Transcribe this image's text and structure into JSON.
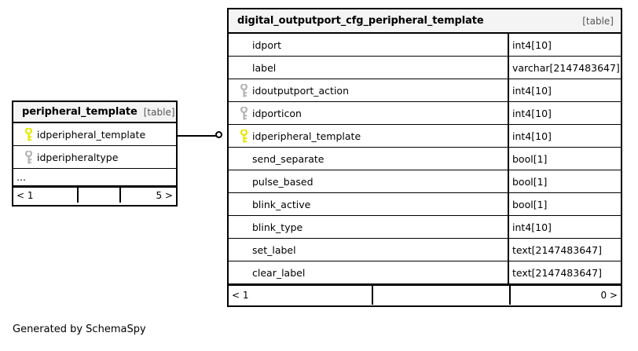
{
  "diagram": {
    "caption": "Generated by SchemaSpy",
    "table_tag": "[table]",
    "ellipsis": "..."
  },
  "parent_table": {
    "name": "peripheral_template",
    "tag": "[table]",
    "columns": [
      {
        "key": "primary",
        "name": "idperipheral_template"
      },
      {
        "key": "foreign",
        "name": "idperipheraltype"
      }
    ],
    "ellipsis": "...",
    "footer": {
      "left": "< 1",
      "middle": "",
      "right": "5 >"
    }
  },
  "child_table": {
    "name": "digital_outputport_cfg_peripheral_template",
    "tag": "[table]",
    "columns": [
      {
        "key": "none",
        "name": "idport",
        "type": "int4[10]"
      },
      {
        "key": "none",
        "name": "label",
        "type": "varchar[2147483647]"
      },
      {
        "key": "foreign",
        "name": "idoutputport_action",
        "type": "int4[10]"
      },
      {
        "key": "foreign",
        "name": "idporticon",
        "type": "int4[10]"
      },
      {
        "key": "primary",
        "name": "idperipheral_template",
        "type": "int4[10]"
      },
      {
        "key": "none",
        "name": "send_separate",
        "type": "bool[1]"
      },
      {
        "key": "none",
        "name": "pulse_based",
        "type": "bool[1]"
      },
      {
        "key": "none",
        "name": "blink_active",
        "type": "bool[1]"
      },
      {
        "key": "none",
        "name": "blink_type",
        "type": "int4[10]"
      },
      {
        "key": "none",
        "name": "set_label",
        "type": "text[2147483647]"
      },
      {
        "key": "none",
        "name": "clear_label",
        "type": "text[2147483647]"
      }
    ],
    "footer": {
      "left": "< 1",
      "middle": "",
      "right": "0 >"
    }
  },
  "relationship": {
    "from_column": "idperipheral_template",
    "to_column": "idperipheral_template",
    "cardinality": "zero-or-one"
  },
  "colors": {
    "primary_key": "#e8e800",
    "foreign_key": "#b4b4b4",
    "border": "#000000",
    "header_bg": "#f4f4f4",
    "tag_text": "#555555"
  }
}
